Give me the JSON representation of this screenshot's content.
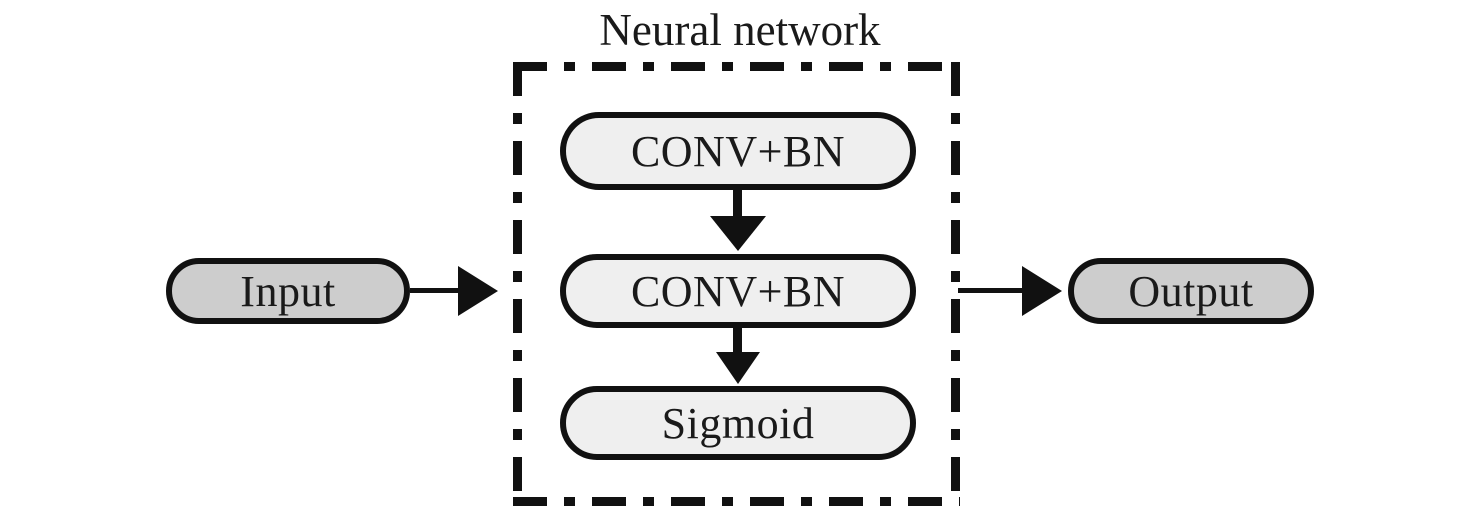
{
  "diagram": {
    "title": "Neural network",
    "type": "flowchart",
    "background_color": "#ffffff",
    "stroke_color": "#111111",
    "text_color": "#1a1a1a"
  },
  "group": {
    "label": "Neural network",
    "border_style": "dash-dot",
    "border_color": "#111111"
  },
  "nodes": [
    {
      "id": "input",
      "label": "Input",
      "shape": "pill",
      "fill": "#cdcdcd",
      "border": "#111111"
    },
    {
      "id": "conv1",
      "label": "CONV+BN",
      "shape": "pill",
      "fill": "#efefef",
      "border": "#111111"
    },
    {
      "id": "conv2",
      "label": "CONV+BN",
      "shape": "pill",
      "fill": "#efefef",
      "border": "#111111"
    },
    {
      "id": "sigmoid",
      "label": "Sigmoid",
      "shape": "pill",
      "fill": "#efefef",
      "border": "#111111"
    },
    {
      "id": "output",
      "label": "Output",
      "shape": "pill",
      "fill": "#cdcdcd",
      "border": "#111111"
    }
  ],
  "edges": [
    {
      "id": "input-to-group",
      "from": "input",
      "to": "group",
      "direction": "right"
    },
    {
      "id": "conv1-to-conv2",
      "from": "conv1",
      "to": "conv2",
      "direction": "down"
    },
    {
      "id": "conv2-to-sigmoid",
      "from": "conv2",
      "to": "sigmoid",
      "direction": "down"
    },
    {
      "id": "group-to-output",
      "from": "group",
      "to": "output",
      "direction": "right"
    }
  ]
}
